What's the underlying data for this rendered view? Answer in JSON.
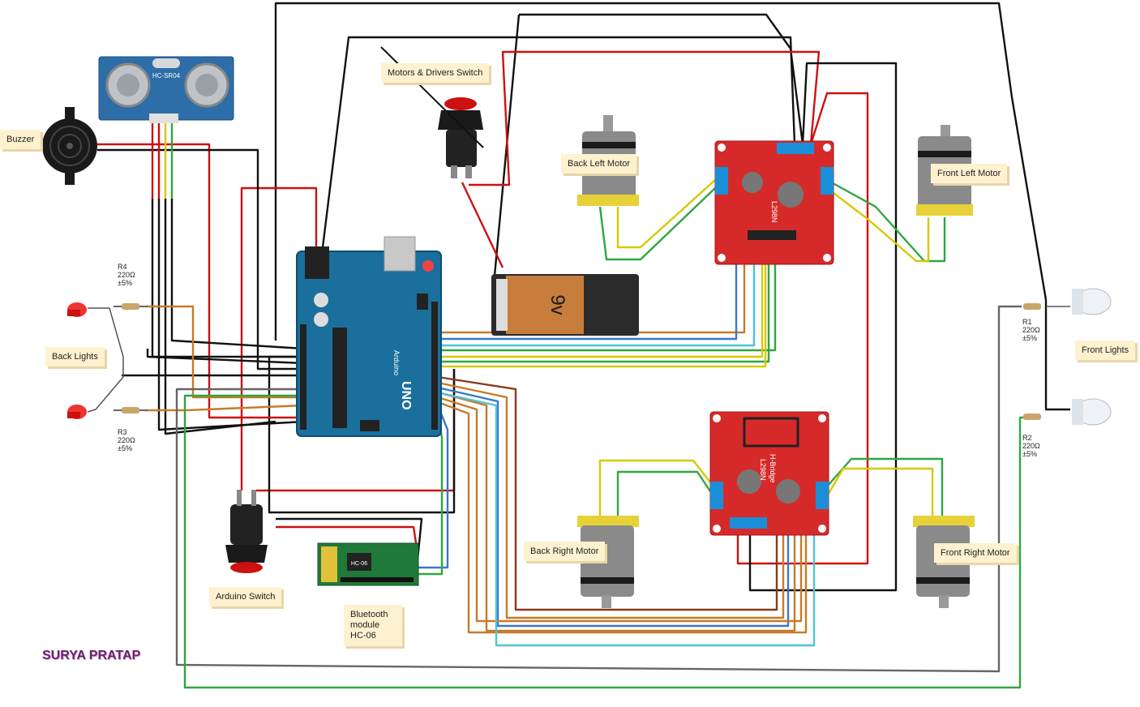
{
  "labels": {
    "buzzer": "Buzzer",
    "back_lights": "Back Lights",
    "motors_switch": "Motors & Drivers Switch",
    "back_left_motor": "Back Left Motor",
    "front_left_motor": "Front Left Motor",
    "front_lights": "Front Lights",
    "back_right_motor": "Back Right Motor",
    "front_right_motor": "Front Right Motor",
    "arduino_switch": "Arduino Switch",
    "bluetooth_1": "Bluetooth",
    "bluetooth_2": "module",
    "bluetooth_3": "HC-06"
  },
  "resistors": {
    "r4": {
      "name": "R4",
      "value": "220Ω",
      "tol": "±5%"
    },
    "r3": {
      "name": "R3",
      "value": "220Ω",
      "tol": "±5%"
    },
    "r1": {
      "name": "R1",
      "value": "220Ω",
      "tol": "±5%"
    },
    "r2": {
      "name": "R2",
      "value": "220Ω",
      "tol": "±5%"
    }
  },
  "components": {
    "sensor_model": "HC-SR04",
    "battery": "9v",
    "arduino_brand": "Arduino",
    "arduino_model": "UNO",
    "bt_model": "HC-06",
    "driver_model": "L298N",
    "driver_sub": "H-Bridge"
  },
  "author": "SURYA PRATAP",
  "colors": {
    "driver": "#d62a2a",
    "arduino": "#1b6f9c",
    "sensor": "#2e6ea8",
    "note_bg": "#fdf1cf"
  }
}
